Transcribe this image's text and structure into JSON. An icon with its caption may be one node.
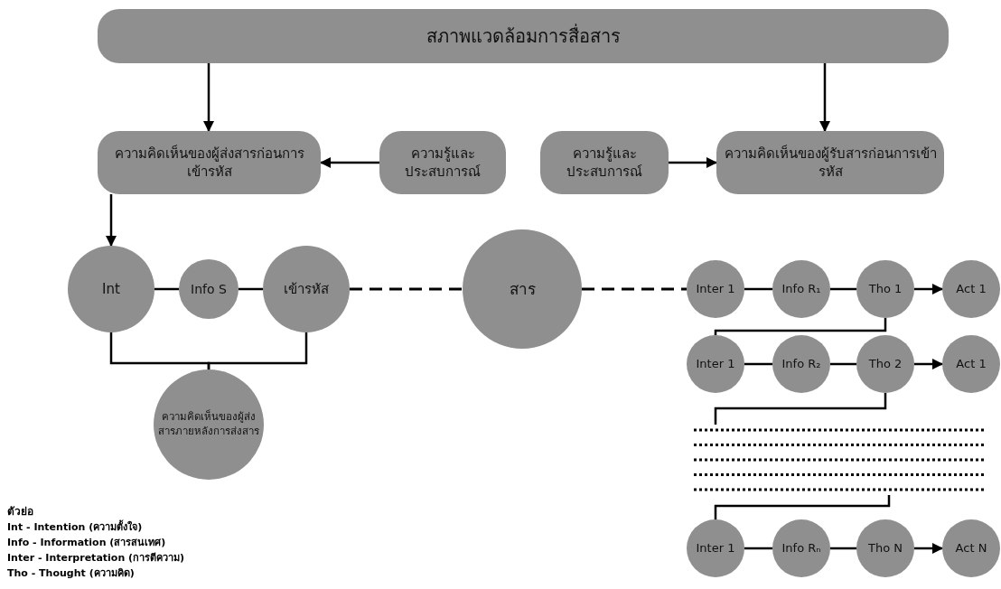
{
  "diagram": {
    "nodes": [
      {
        "text": [
          "สภาพแวดล้อมการสื่อสาร"
        ]
      },
      {
        "text": [
          "ความคิดเห็นของผู้ส่งสารก่อนการเข้ารหัส"
        ]
      },
      {
        "text": [
          "ความรู้และประสบการณ์"
        ]
      },
      {
        "text": [
          "ความรู้และประสบการณ์"
        ]
      },
      {
        "text": [
          "ความคิดเห็นของผู้รับสารก่อนการเข้ารหัส"
        ]
      },
      {
        "text": [
          "Int"
        ]
      },
      {
        "text": [
          "Info S"
        ]
      },
      {
        "text": [
          "เข้ารหัส"
        ]
      },
      {
        "text": [
          "สาร"
        ]
      },
      {
        "text": [
          "Inter 1"
        ]
      },
      {
        "text": [
          "Info R₁"
        ]
      },
      {
        "text": [
          "Tho 1"
        ]
      },
      {
        "text": [
          "Act 1"
        ]
      },
      {
        "text": [
          "Inter 1"
        ]
      },
      {
        "text": [
          "Info R₂"
        ]
      },
      {
        "text": [
          "Tho 2"
        ]
      },
      {
        "text": [
          "Act 1"
        ]
      },
      {
        "text": [
          "Inter 1"
        ]
      },
      {
        "text": [
          "Info Rₙ"
        ]
      },
      {
        "text": [
          "Tho N"
        ]
      },
      {
        "text": [
          "Act N"
        ]
      },
      {
        "text": [
          "ความคิดเห็นของผู้ส่งสารภายหลังการส่งสาร"
        ]
      },
      {
        "text": [],
        "shape": "bar"
      }
    ],
    "edges": [
      {
        "from": 0,
        "to": 1,
        "arrow": "to"
      },
      {
        "from": 0,
        "to": 4,
        "arrow": "to"
      },
      {
        "from": 2,
        "to": 1,
        "arrow": "to"
      },
      {
        "from": 3,
        "to": 4,
        "arrow": "to"
      },
      {
        "from": 1,
        "to": 5,
        "arrow": "to"
      },
      {
        "from": 5,
        "to": 6,
        "arrow": "none"
      },
      {
        "from": 6,
        "to": 7,
        "arrow": "none"
      },
      {
        "from": 5,
        "to": 21,
        "arrow": "none"
      },
      {
        "from": 7,
        "to": 21,
        "arrow": "none"
      },
      {
        "from": 7,
        "to": 8,
        "arrow": "none",
        "style": "dashed"
      },
      {
        "from": 8,
        "to": 9,
        "arrow": "none",
        "style": "dashed"
      },
      {
        "from": 9,
        "to": 10,
        "arrow": "none"
      },
      {
        "from": 10,
        "to": 11,
        "arrow": "none"
      },
      {
        "from": 11,
        "to": 12,
        "arrow": "to"
      },
      {
        "from": 11,
        "to": 13,
        "arrow": "none"
      },
      {
        "from": 13,
        "to": 14,
        "arrow": "none"
      },
      {
        "from": 14,
        "to": 15,
        "arrow": "none"
      },
      {
        "from": 15,
        "to": 16,
        "arrow": "to"
      },
      {
        "from": 15,
        "to": 22,
        "arrow": "none"
      },
      {
        "from": 22,
        "to": 17,
        "arrow": "none"
      },
      {
        "from": 17,
        "to": 18,
        "arrow": "none"
      },
      {
        "from": 18,
        "to": 19,
        "arrow": "none"
      },
      {
        "from": 19,
        "to": 20,
        "arrow": "to"
      }
    ],
    "labels": [
      "ตัวย่อ",
      "Int - Intention (ความตั้งใจ)",
      "Info - Information (สารสนเทศ)",
      "Inter - Interpretation (การตีความ)",
      "Tho - Thought (ความคิด)"
    ]
  }
}
